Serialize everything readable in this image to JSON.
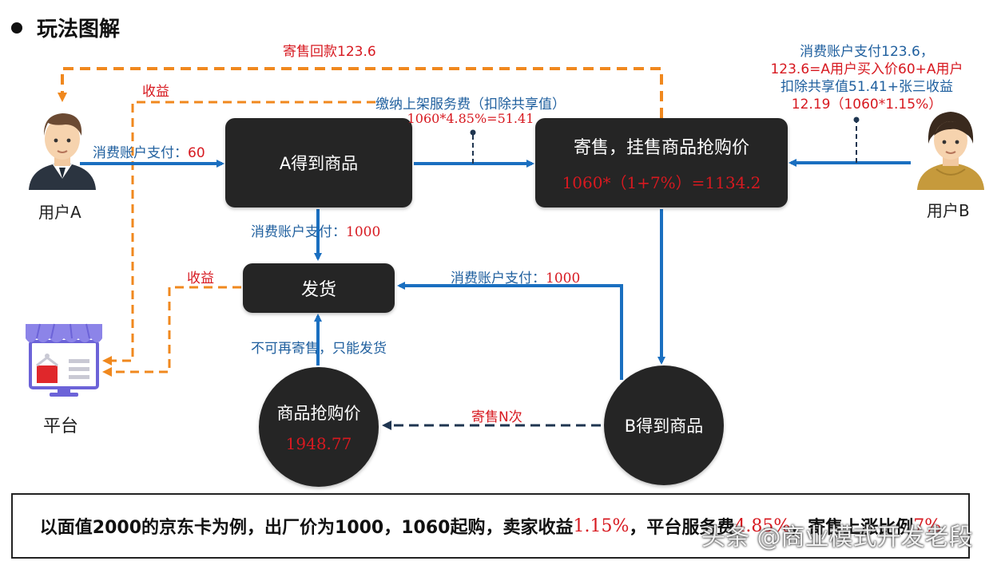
{
  "title": "玩法图解",
  "nodes": {
    "user_a": "用户A",
    "user_b": "用户B",
    "platform": "平台",
    "a_gets": "A得到商品",
    "consign_title": "寄售，挂售商品抢购价",
    "consign_formula": "1060*（1+7%）=1134.2",
    "ship": "发货",
    "snap_price_title": "商品抢购价",
    "snap_price_value": "1948.77",
    "b_gets": "B得到商品"
  },
  "labels": {
    "refund": "寄售回款123.6",
    "income_top": "收益",
    "income_mid": "收益",
    "pay_60_prefix": "消费账户支付：",
    "pay_60_value": "60",
    "service_fee": "缴纳上架服务费（扣除共享值）",
    "service_fee_formula": "1060*4.85%=51.41",
    "pay_1000_a_prefix": "消费账户支付：",
    "pay_1000_a_value": "1000",
    "pay_1000_b_prefix": "消费账户支付：",
    "pay_1000_b_value": "1000",
    "no_resell": "不可再寄售，只能发货",
    "resell_n": "寄售N次",
    "user_b_note_1": "消费账户支付123.6，",
    "user_b_note_2": "123.6=A用户买入价60+A用户",
    "user_b_note_3": "扣除共享值51.41+张三收益",
    "user_b_note_4": "12.19（1060*1.15%）"
  },
  "summary": {
    "part1": "以面值2000的京东卡为例，出厂价为1000，1060起购，卖家收益",
    "seller_rate": "1.15%",
    "part2": "，平台服务费",
    "platform_rate": "4.85%",
    "part3": "，寄售上涨比例",
    "rise_rate": "7%"
  },
  "watermark": "头条 @商业模式开发老段",
  "colors": {
    "blue": "#1a6fc0",
    "orange": "#f0881e",
    "navy": "#1f3550",
    "red": "#d71920"
  }
}
